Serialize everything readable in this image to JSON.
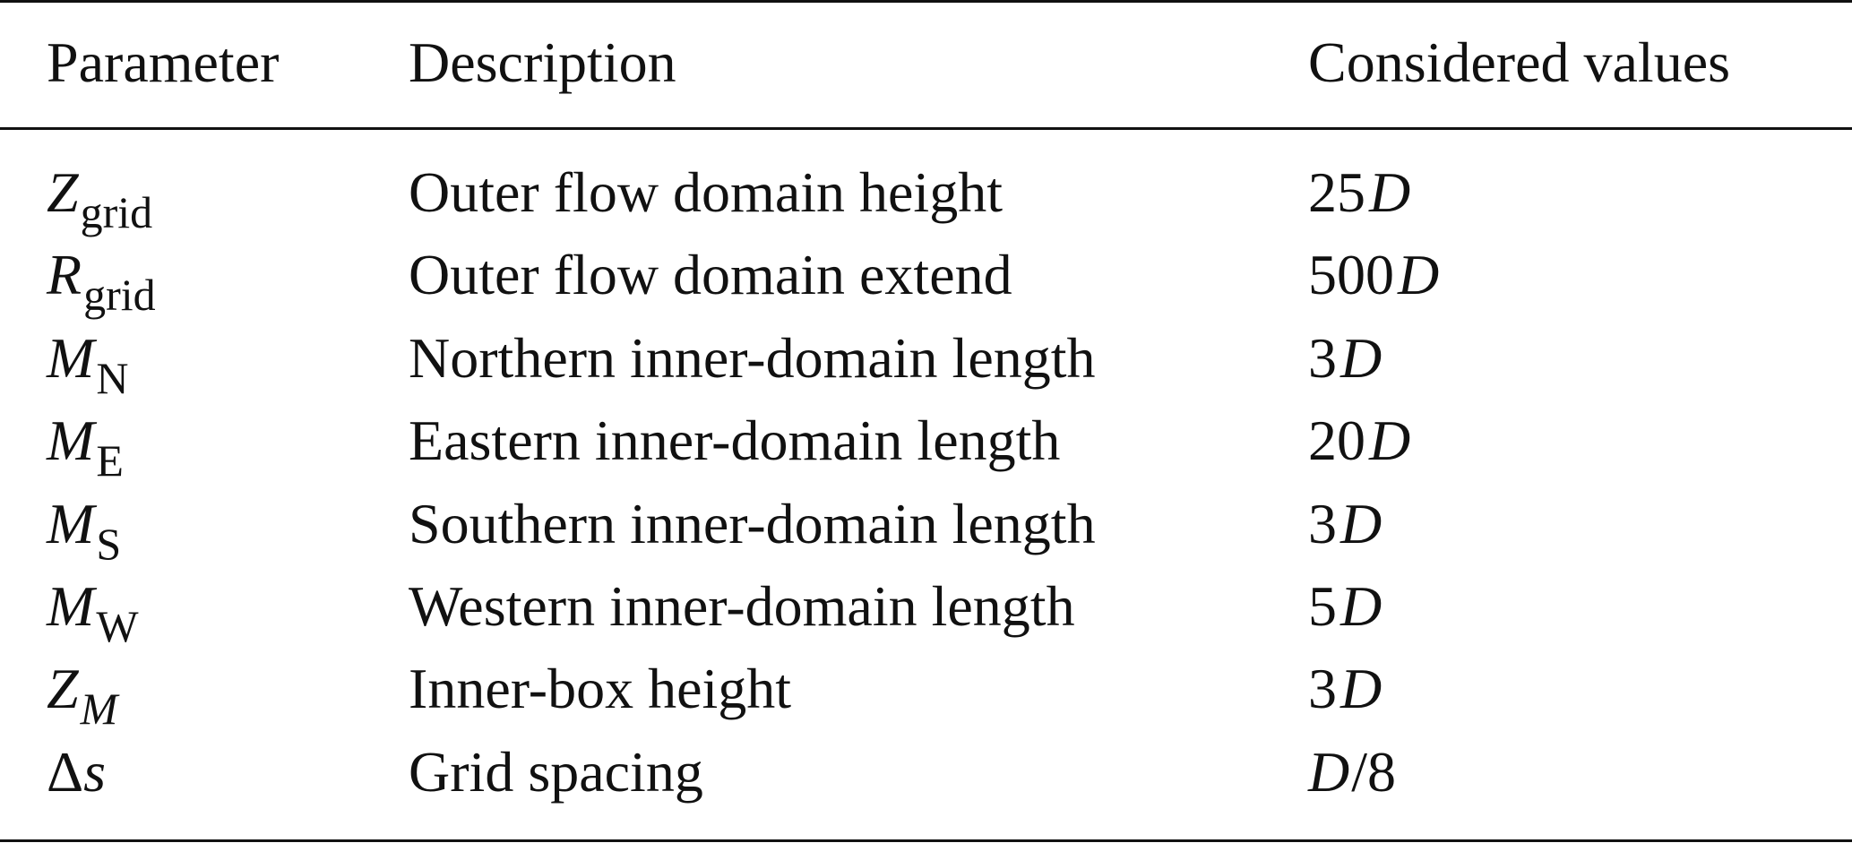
{
  "table": {
    "headers": {
      "parameter": "Parameter",
      "description": "Description",
      "values": "Considered values"
    },
    "rows": [
      {
        "sym": "Z",
        "sub": "grid",
        "sub_italic": false,
        "sym_italic": true,
        "description": "Outer flow domain height",
        "value_num": "25",
        "value_unit": "D"
      },
      {
        "sym": "R",
        "sub": "grid",
        "sub_italic": false,
        "sym_italic": true,
        "description": "Outer flow domain extend",
        "value_num": "500",
        "value_unit": "D"
      },
      {
        "sym": "M",
        "sub": "N",
        "sub_italic": false,
        "sym_italic": true,
        "description": "Northern inner-domain length",
        "value_num": "3",
        "value_unit": "D"
      },
      {
        "sym": "M",
        "sub": "E",
        "sub_italic": false,
        "sym_italic": true,
        "description": "Eastern inner-domain length",
        "value_num": "20",
        "value_unit": "D"
      },
      {
        "sym": "M",
        "sub": "S",
        "sub_italic": false,
        "sym_italic": true,
        "description": "Southern inner-domain length",
        "value_num": "3",
        "value_unit": "D"
      },
      {
        "sym": "M",
        "sub": "W",
        "sub_italic": false,
        "sym_italic": true,
        "description": "Western inner-domain length",
        "value_num": "5",
        "value_unit": "D"
      },
      {
        "sym": "Z",
        "sub": "M",
        "sub_italic": true,
        "sym_italic": true,
        "description": "Inner-box height",
        "value_num": "3",
        "value_unit": "D"
      },
      {
        "sym": "Δ",
        "sub": "s",
        "sub_italic": true,
        "sym_italic": false,
        "description": "Grid spacing",
        "value_frac_unit": "D",
        "value_frac_rest": "/8"
      }
    ]
  }
}
